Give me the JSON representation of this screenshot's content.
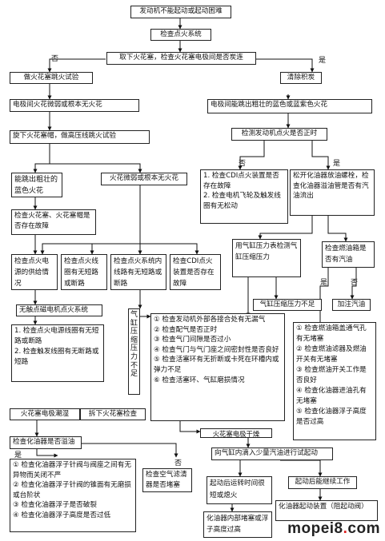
{
  "boxes": {
    "b1": "发动机不能起动或起动困难",
    "b2": "检查点火系统",
    "b3": "取下火花塞，检查火花塞电极间是否炭连",
    "b4": "做火花塞跳火试验",
    "b5": "清除积炭",
    "b6": "电极间火花微弱或根本无火花",
    "b7": "电极间能跳出粗壮的蓝色或蓝紫色火花",
    "b8": "旋下火花塞帽，做高压线跳火试验",
    "b9": "检测发动机点火是否正时",
    "b10": "能跳出粗壮的蓝色火花",
    "b11": "火花微弱或根本无火花",
    "b12a": "1. 检查CDI点火装置是否存在故障",
    "b12b": "2. 检查电机飞轮及触发线圈有无松动",
    "b13": "松开化油器放油螺栓，检查化油器溢油管是否有汽油流出",
    "b14": "检查火花塞、火花塞帽是否存在故障",
    "b15": "用气缸压力表检测气缸压缩压力",
    "b16": "检查燃油箱是否有汽油",
    "b17": "检查点火电源的供给情况",
    "b18": "检查点火线圈有无短路或断路",
    "b19": "检查点火系统内线路有无短路或断路",
    "b20": "检查CDI点火装置是否存在故障",
    "b21": "气缸压缩压力不足",
    "b22": "加注汽油",
    "b23": "无触点磁电机点火系统",
    "b24a": "1. 检查点火电源线圈有无短路或断路",
    "b24b": "2. 检查触发线圈有无断路或短路",
    "b25": "气缸压缩压力不足",
    "b26a": "① 检查发动机外部各接合处有无漏气",
    "b26b": "② 检查配气是否正时",
    "b26c": "③ 检查气门间隙是否过小",
    "b26d": "④ 检查气门与气门座之间密封性是否良好",
    "b26e": "⑤ 检查活塞环有无折断或卡死在环槽内或弹力不足",
    "b26f": "⑥ 检查活塞环、气缸磨损情况",
    "b27a": "① 检查燃油箱盖通气孔有无堵塞",
    "b27b": "② 检查燃油滤器及燃油开关有无堵塞",
    "b27c": "③ 检查燃油开关工作是否良好",
    "b27d": "④ 检查化油器进油孔有无堵塞",
    "b27e": "⑤ 检查化油器浮子高度是否过高",
    "b28": "火花塞电极潮湿",
    "b29": "拆下火花塞检查",
    "b30": "火花塞电极干燥",
    "b31": "检查化油器是否溢油",
    "b32": "向气缸内滴入少量汽油进行试起动",
    "b33a": "① 检查化油器浮子针阀与阀座之间有无异物而关闭不严",
    "b33b": "② 检查化油器浮子针阀的锥面有无磨损或台阶状",
    "b33c": "③ 检查化油器浮子是否破裂",
    "b33d": "④ 检查化油器浮子高度是否过低",
    "b34": "检查空气滤清器是否堵塞",
    "b35": "起动后运转时间很短或熄火",
    "b36": "起动后能继续工作",
    "b37": "化油器内部堵塞或浮子高度过高",
    "b38": "化油器起动装置（阻起动阀）"
  },
  "labels": {
    "no1": "否",
    "yes1": "是",
    "no2": "否",
    "yes2": "是",
    "yes3": "是",
    "no3": "否",
    "yes4": "是",
    "no4": "否"
  },
  "watermark": {
    "text": "mopei8",
    "dot": ".",
    "tld": "com"
  }
}
